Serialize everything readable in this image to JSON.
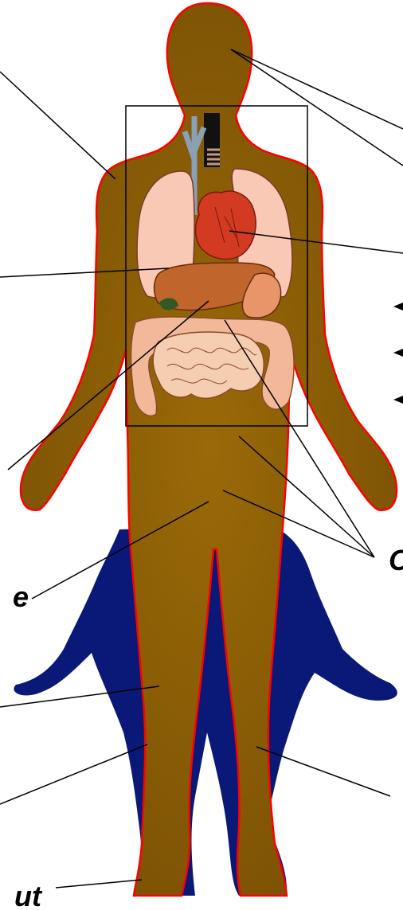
{
  "labels": {
    "left_mid": "e",
    "right_mid": "C",
    "bottom_left": "ut"
  },
  "colors": {
    "body": "#8a5c06",
    "outline": "#ff0000",
    "shadow": "#0a1877",
    "lung": "#f9c9b5",
    "heart": "#d23a22",
    "liver": "#c0652b",
    "intestine": "#f2b89a"
  },
  "icons": [
    "arrow-left-icon",
    "arrow-left-icon",
    "arrow-left-icon"
  ]
}
